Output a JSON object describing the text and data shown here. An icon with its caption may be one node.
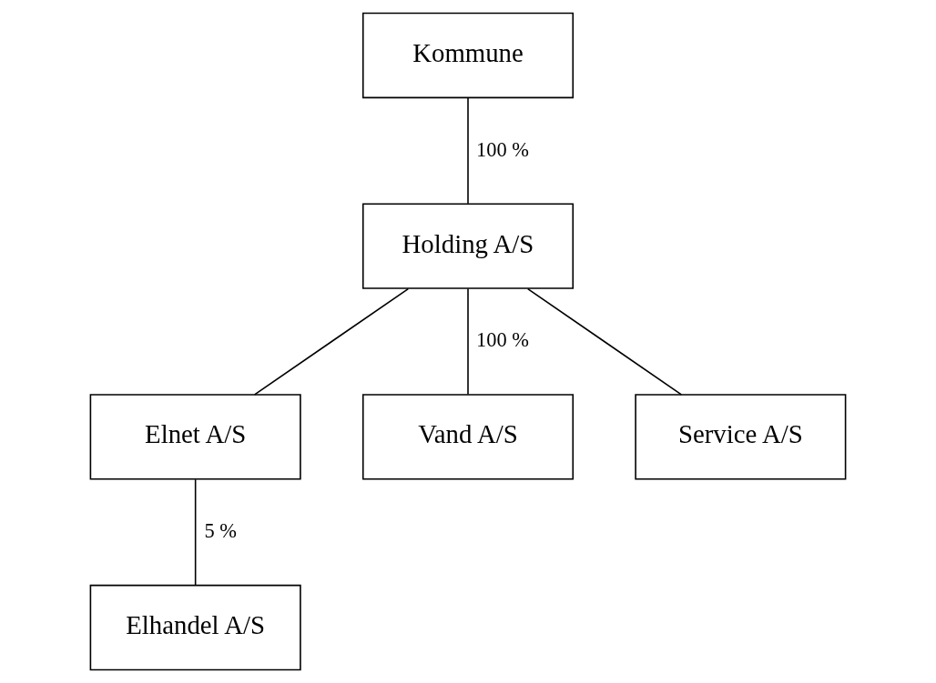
{
  "diagram": {
    "nodes": [
      {
        "text": [
          "Kommune"
        ]
      },
      {
        "text": [
          "Holding A/S"
        ]
      },
      {
        "text": [
          "Elnet A/S"
        ]
      },
      {
        "text": [
          "Vand A/S"
        ]
      },
      {
        "text": [
          "Service A/S"
        ]
      },
      {
        "text": [
          "Elhandel A/S"
        ]
      }
    ],
    "edges": [
      {
        "from": 0,
        "to": 1,
        "arrow": "none",
        "label": "100 %"
      },
      {
        "from": 1,
        "to": 2,
        "arrow": "none"
      },
      {
        "from": 1,
        "to": 3,
        "arrow": "none",
        "label": "100 %"
      },
      {
        "from": 1,
        "to": 4,
        "arrow": "none"
      },
      {
        "from": 2,
        "to": 5,
        "arrow": "none",
        "label": "5 %"
      }
    ]
  }
}
